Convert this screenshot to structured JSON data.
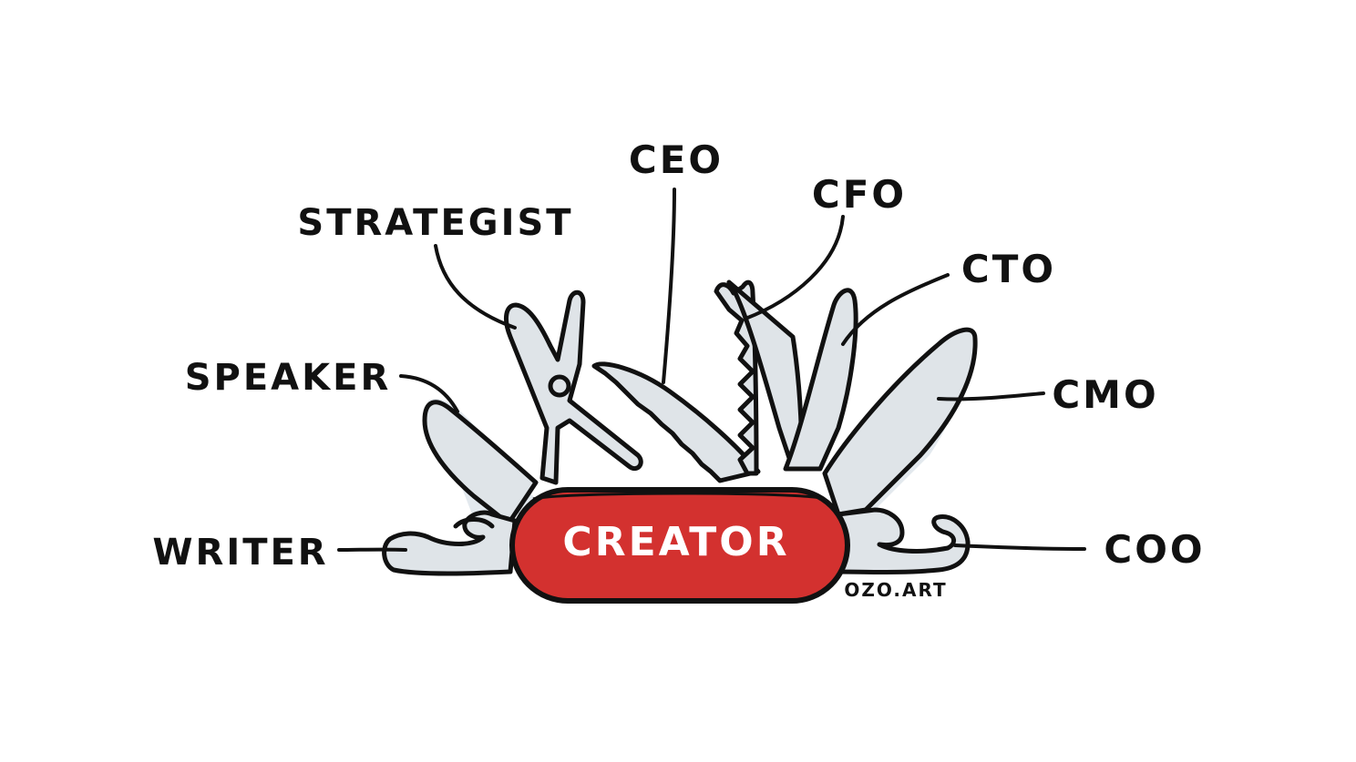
{
  "diagram": {
    "center": "CREATOR",
    "credit": "OZO.ART",
    "tools": {
      "ceo": "CEO",
      "cfo": "CFO",
      "strategist": "STRATEGIST",
      "cto": "CTO",
      "speaker": "SPEAKER",
      "cmo": "CMO",
      "writer": "WRITER",
      "coo": "COO"
    }
  },
  "colors": {
    "handle_red": "#d3312f",
    "tool_fill": "#dfe4e8",
    "outline": "#111111"
  }
}
